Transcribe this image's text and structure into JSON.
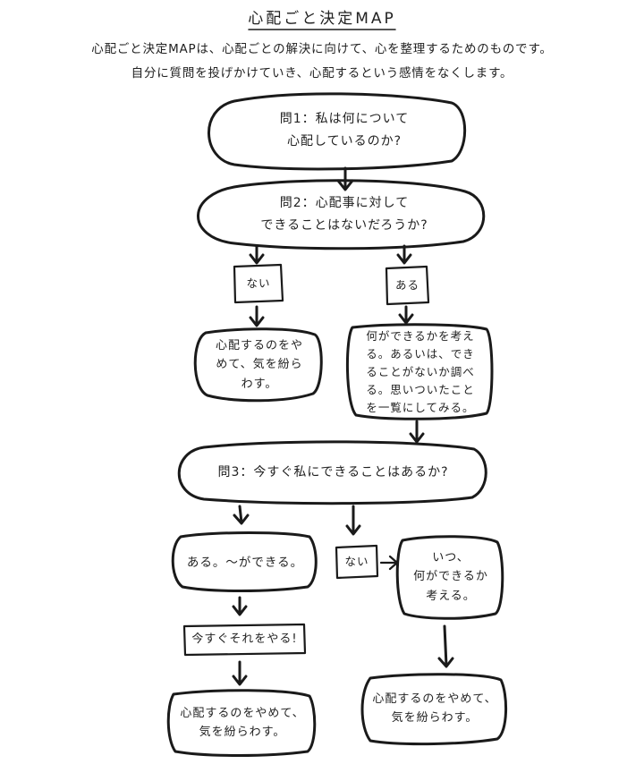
{
  "title": "心配ごと決定MAP",
  "intro": {
    "line1": "心配ごと決定MAPは、心配ごとの解決に向けて、心を整理するためのものです。",
    "line2": "自分に質問を投げかけていき、心配するという感情をなくします。"
  },
  "q1": {
    "line1": "問1：私は何について",
    "line2": "心配しているのか?"
  },
  "q2": {
    "line1": "問2：心配事に対して",
    "line2": "できることはないだろうか?"
  },
  "q2_no": "ない",
  "q2_yes": "ある",
  "stop_worry_1": "心配するのをや\nめて、気を紛ら\nわす。",
  "list_box": "何ができるかを考え\nる。あるいは、でき\nることがないか調べ\nる。思いついたこと\nを一覧にしてみる。",
  "q3": "問3：今すぐ私にできることはあるか?",
  "q3_yes_box": "ある。～ができる。",
  "q3_no": "ない",
  "when_box": "いつ、\n何ができるか\n考える。",
  "do_now": "今すぐそれをやる!",
  "stop_worry_2": "心配するのをやめて、\n気を紛らわす。",
  "stop_worry_3": "心配するのをやめて、\n気を紛らわす。"
}
